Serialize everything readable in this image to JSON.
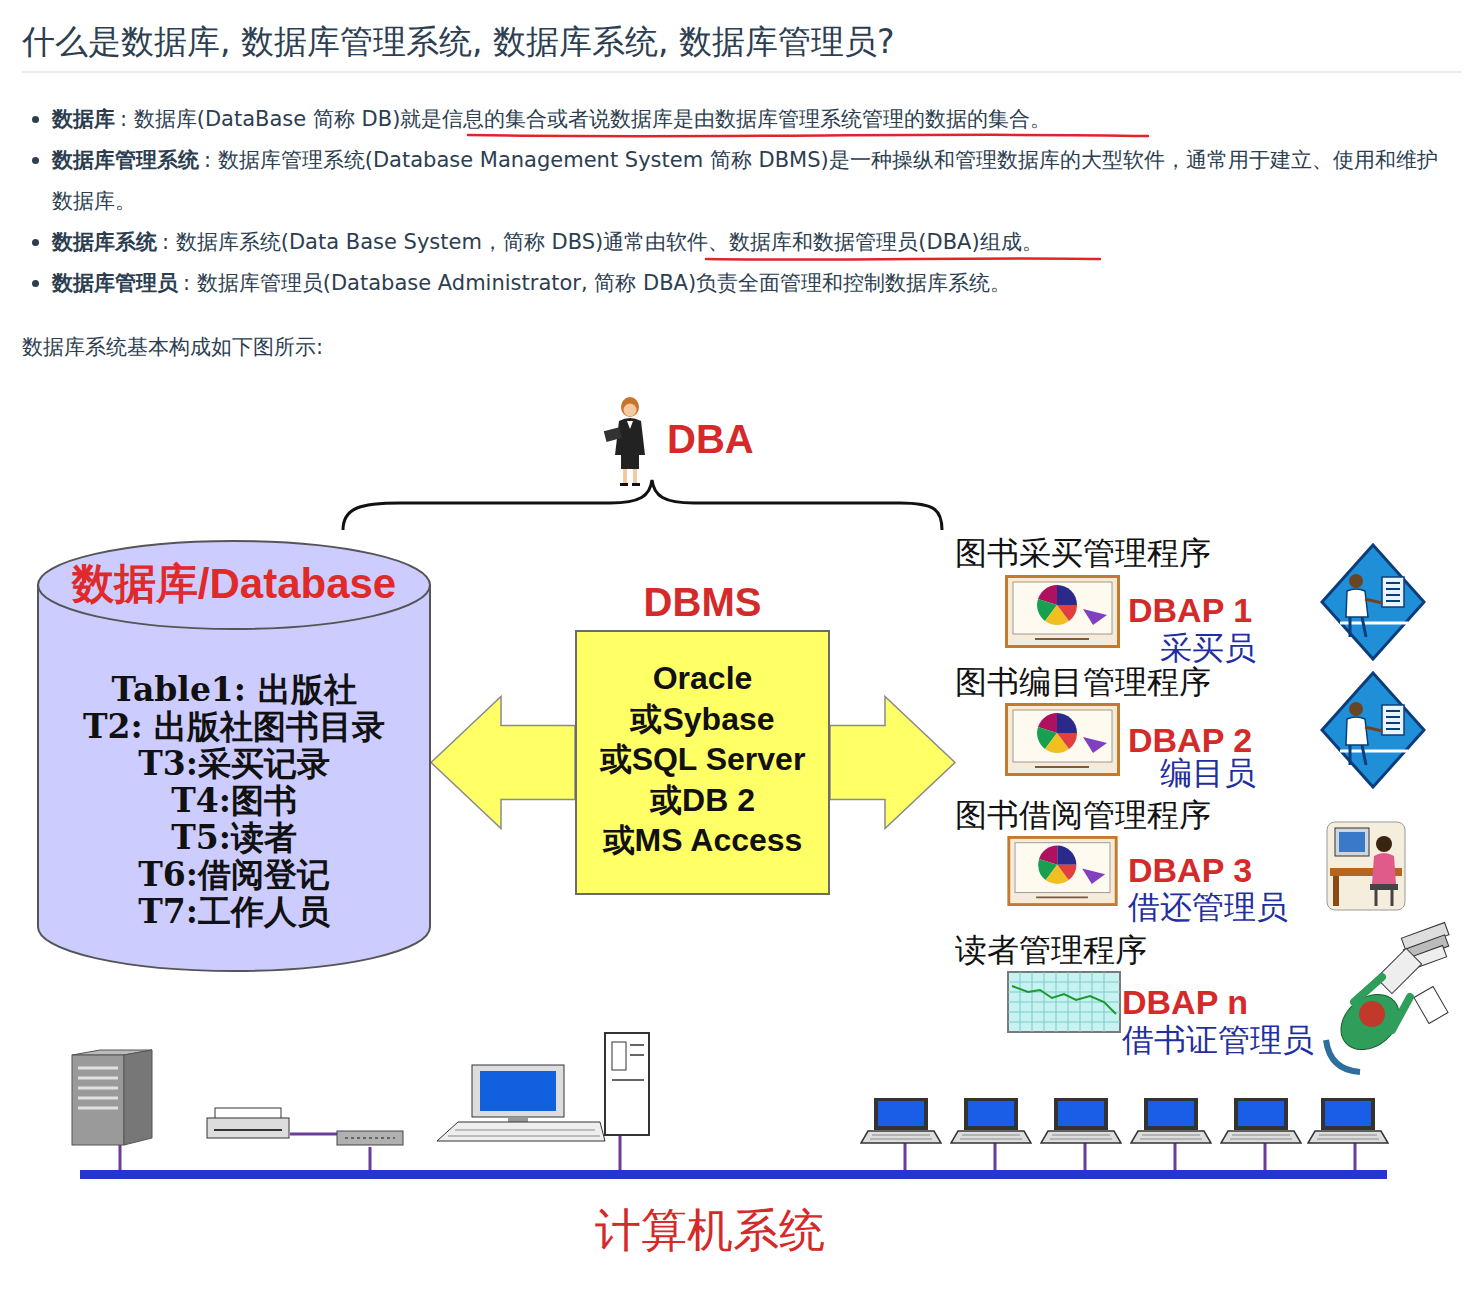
{
  "diagram": {
    "title": "什么是数据库, 数据库管理系统, 数据库系统, 数据库管理员?",
    "nodes": [
      {
        "text": [
          "数据库/Database",
          "Table1: 出版社",
          "T2: 出版社图书目录",
          "T3:采买记录",
          "T4:图书",
          "T5:读者",
          "T6:借阅登记",
          "T7:工作人员"
        ]
      },
      {
        "text": [
          "DBMS",
          "Oracle",
          "或Sybase",
          "或SQL Server",
          "或DB 2",
          "或MS Access"
        ]
      },
      {
        "text": [
          "图书采买管理程序",
          "DBAP 1",
          "采买员"
        ]
      },
      {
        "text": [
          "图书编目管理程序",
          "DBAP 2",
          "编目员"
        ]
      },
      {
        "text": [
          "图书借阅管理程序",
          "DBAP 3",
          "借还管理员"
        ]
      },
      {
        "text": [
          "读者管理程序",
          "DBAP n",
          "借书证管理员"
        ]
      }
    ],
    "edges": [
      {
        "from": 1,
        "to": 0,
        "arrow": "to"
      },
      {
        "from": 1,
        "to": 3,
        "arrow": "to"
      }
    ],
    "labels": [
      "数据库",
      ": 数据库(DataBase 简称 DB)就是信息的集合或者说数据库是由数据库管理系统管理的数据的集合。",
      "数据库管理系统",
      ": 数据库管理系统(Database Management System 简称 DBMS)是一种操纵和管理数据库的大型软件，通常用于建立、使用和维护数据库。",
      "数据库系统",
      ": 数据库系统(Data Base System，简称 DBS)通常由软件、数据库和数据管理员(DBA)组成。",
      "数据库管理员",
      ": 数据库管理员(Database Administrator, 简称 DBA)负责全面管理和控制数据库系统。",
      "数据库系统基本构成如下图所示:",
      "DBA",
      "计算机系统"
    ]
  }
}
